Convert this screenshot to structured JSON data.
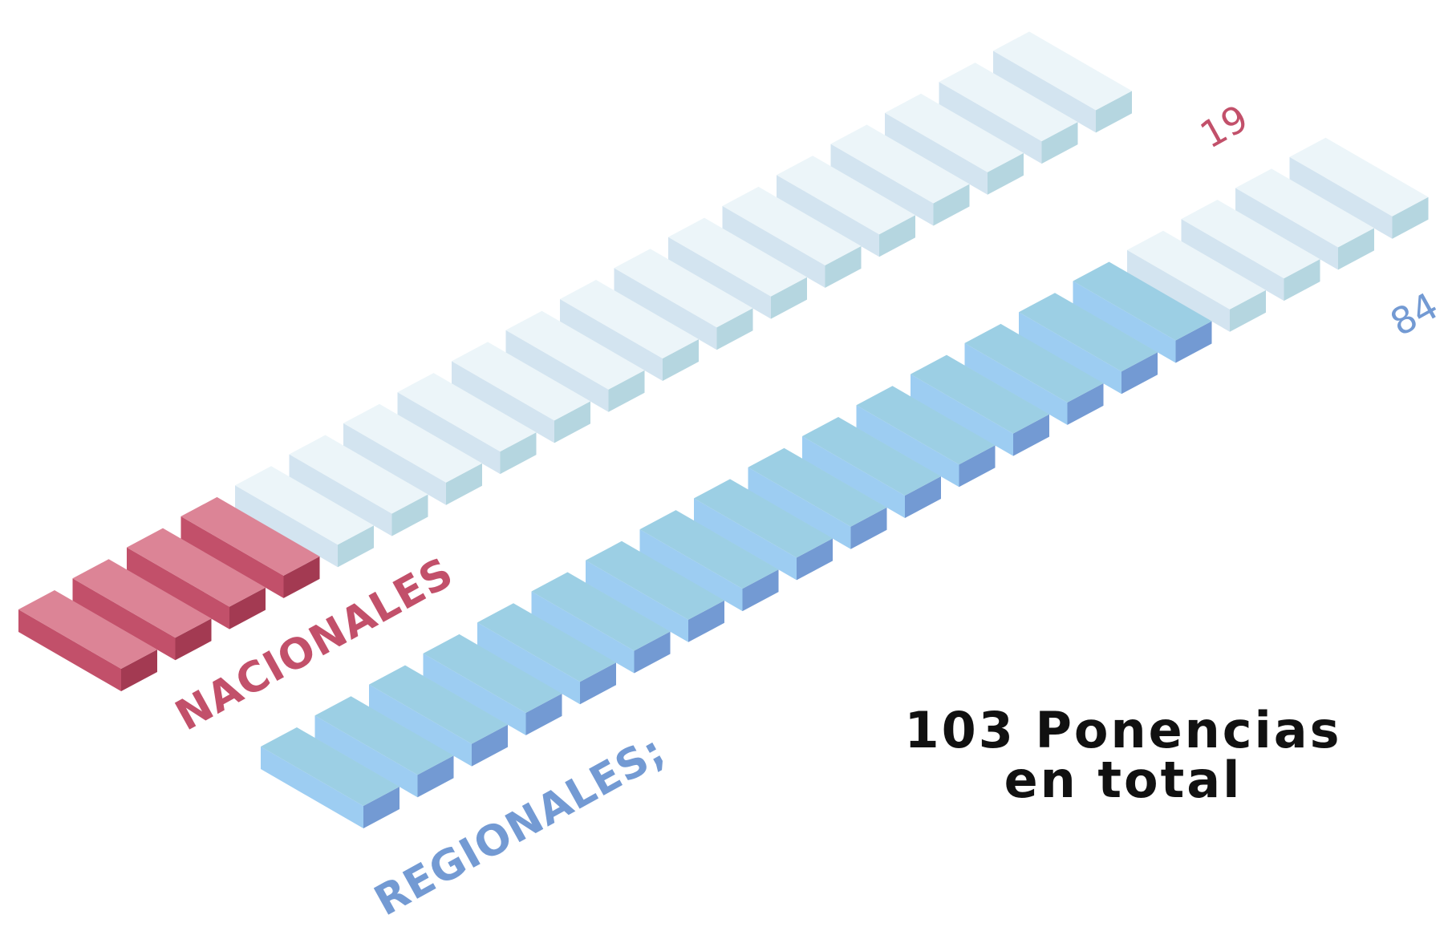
{
  "chart_data": {
    "type": "bar",
    "style": "isometric unit blocks",
    "categories": [
      "NACIONALES",
      "REGIONALES;"
    ],
    "rows": [
      {
        "label": "NACIONALES",
        "value": 19,
        "filled_blocks": 4,
        "total_blocks": 19,
        "label_color": "#c2506a",
        "value_color": "#c2506a",
        "filled_colors": {
          "top": "#dc8496",
          "front": "#c2506a",
          "side": "#a33a52"
        },
        "empty_colors": {
          "top": "#ecf5f9",
          "front": "#d3e4f0",
          "side": "#b5d6e0"
        }
      },
      {
        "label": "REGIONALES;",
        "value": 84,
        "filled_blocks": 16,
        "total_blocks": 20,
        "label_color": "#739ad3",
        "value_color": "#739ad3",
        "filled_colors": {
          "top": "#9ccfe4",
          "front": "#9dcdf2",
          "side": "#739ad3"
        },
        "empty_colors": {
          "top": "#ecf5f9",
          "front": "#d3e4f0",
          "side": "#b5d6e0"
        }
      }
    ],
    "total": {
      "line1": "103 Ponencias",
      "line2": "en total"
    }
  }
}
